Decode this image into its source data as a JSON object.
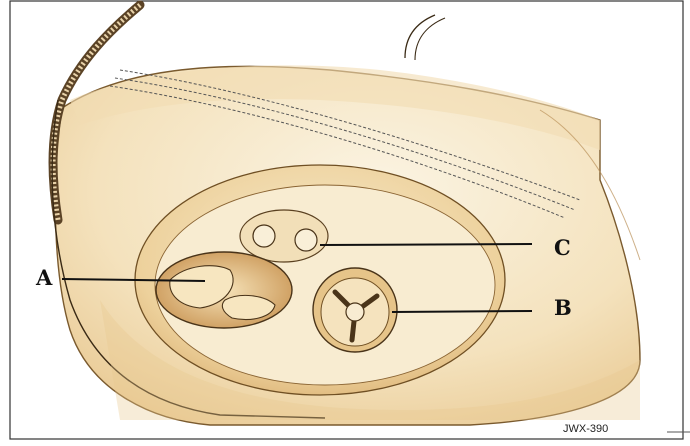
{
  "callouts": {
    "a": "A",
    "b": "B",
    "c": "C"
  },
  "figure_code": "JWX-390",
  "colors": {
    "frame": "#333333",
    "panel_light": "#f7ecd3",
    "panel_mid": "#efd7a6",
    "panel_dark": "#d9b077",
    "leader": "#111111"
  }
}
